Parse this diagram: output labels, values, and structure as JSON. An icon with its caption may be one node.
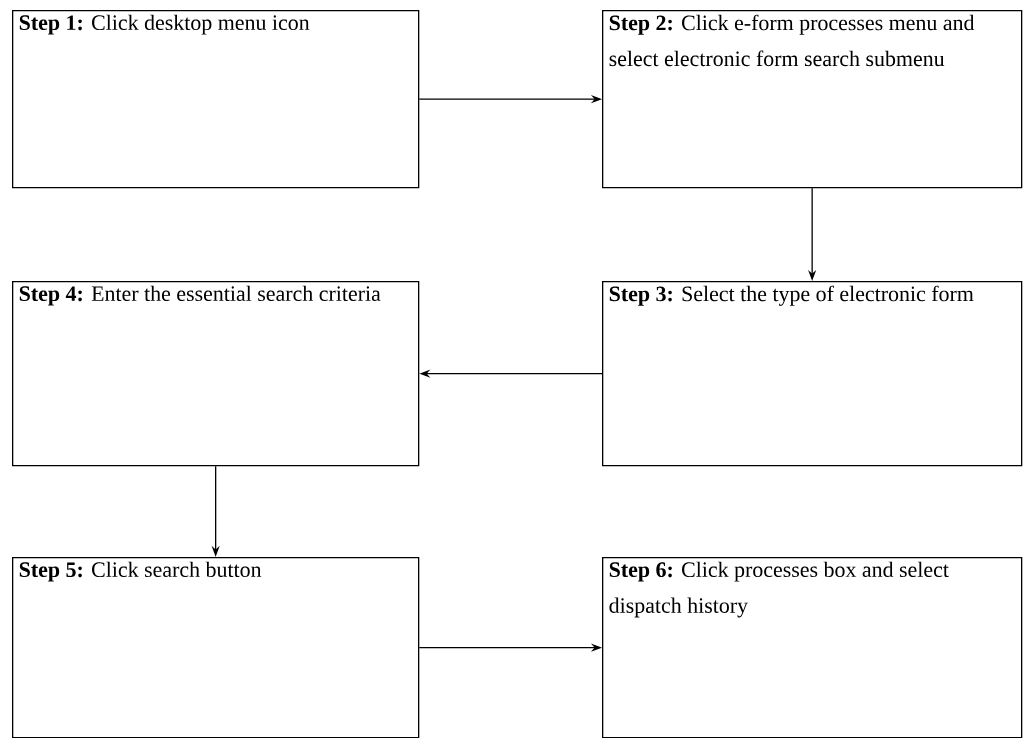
{
  "diagram": {
    "nodes": [
      {
        "text": [
          "**Step 1:** Click desktop menu icon"
        ]
      },
      {
        "text": [
          "**Step 2:** Click e-form processes menu and select electronic form search submenu"
        ]
      },
      {
        "text": [
          "**Step 3:** Select the type of electronic form"
        ]
      },
      {
        "text": [
          "**Step 4:** Enter the essential search criteria"
        ]
      },
      {
        "text": [
          "**Step 5:** Click search button"
        ]
      },
      {
        "text": [
          "**Step 6:** Click processes box and select dispatch history"
        ]
      }
    ],
    "edges": [
      {
        "from": 0,
        "to": 1,
        "arrow": "to"
      },
      {
        "from": 1,
        "to": 2,
        "arrow": "to"
      },
      {
        "from": 2,
        "to": 3,
        "arrow": "to"
      },
      {
        "from": 3,
        "to": 4,
        "arrow": "to"
      },
      {
        "from": 4,
        "to": 5,
        "arrow": "to"
      }
    ]
  }
}
